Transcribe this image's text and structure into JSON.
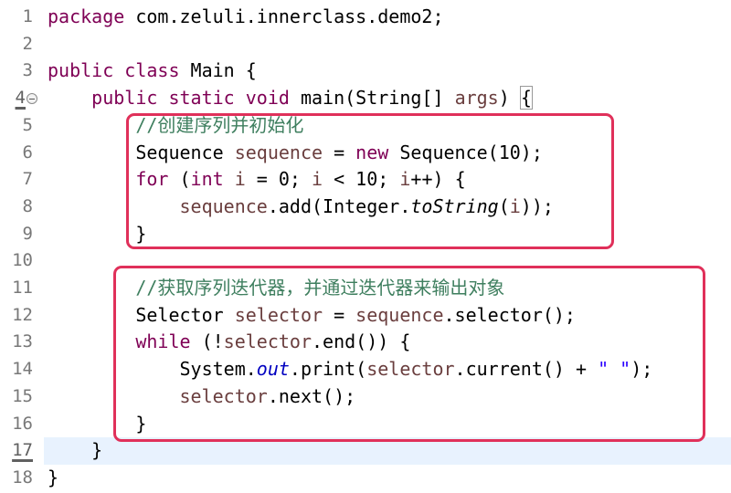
{
  "editor": {
    "lines": [
      {
        "num": "1",
        "tokens": [
          {
            "t": "package",
            "c": "kw"
          },
          {
            "t": " com.zeluli.innerclass.demo2;",
            "c": ""
          }
        ]
      },
      {
        "num": "2",
        "tokens": []
      },
      {
        "num": "3",
        "tokens": [
          {
            "t": "public",
            "c": "kw"
          },
          {
            "t": " ",
            "c": ""
          },
          {
            "t": "class",
            "c": "kw"
          },
          {
            "t": " Main {",
            "c": ""
          }
        ]
      },
      {
        "num": "4",
        "tokens": [
          {
            "t": "    ",
            "c": ""
          },
          {
            "t": "public",
            "c": "kw"
          },
          {
            "t": " ",
            "c": ""
          },
          {
            "t": "static",
            "c": "kw"
          },
          {
            "t": " ",
            "c": ""
          },
          {
            "t": "void",
            "c": "kw"
          },
          {
            "t": " main(String[] ",
            "c": ""
          },
          {
            "t": "args",
            "c": "var"
          },
          {
            "t": ") ",
            "c": ""
          },
          {
            "t": "{",
            "c": "bracket"
          }
        ]
      },
      {
        "num": "5",
        "tokens": [
          {
            "t": "        ",
            "c": ""
          },
          {
            "t": "//创建序列并初始化",
            "c": "com"
          }
        ]
      },
      {
        "num": "6",
        "tokens": [
          {
            "t": "        Sequence ",
            "c": ""
          },
          {
            "t": "sequence",
            "c": "var"
          },
          {
            "t": " = ",
            "c": ""
          },
          {
            "t": "new",
            "c": "kw"
          },
          {
            "t": " Sequence(10);",
            "c": ""
          }
        ]
      },
      {
        "num": "7",
        "tokens": [
          {
            "t": "        ",
            "c": ""
          },
          {
            "t": "for",
            "c": "kw"
          },
          {
            "t": " (",
            "c": ""
          },
          {
            "t": "int",
            "c": "kw"
          },
          {
            "t": " ",
            "c": ""
          },
          {
            "t": "i",
            "c": "var"
          },
          {
            "t": " = 0; ",
            "c": ""
          },
          {
            "t": "i",
            "c": "var"
          },
          {
            "t": " < 10; ",
            "c": ""
          },
          {
            "t": "i",
            "c": "var"
          },
          {
            "t": "++) {",
            "c": ""
          }
        ]
      },
      {
        "num": "8",
        "tokens": [
          {
            "t": "            ",
            "c": ""
          },
          {
            "t": "sequence",
            "c": "var"
          },
          {
            "t": ".add(Integer.",
            "c": ""
          },
          {
            "t": "toString",
            "c": "stat"
          },
          {
            "t": "(",
            "c": ""
          },
          {
            "t": "i",
            "c": "var"
          },
          {
            "t": "));",
            "c": ""
          }
        ]
      },
      {
        "num": "9",
        "tokens": [
          {
            "t": "        }",
            "c": ""
          }
        ]
      },
      {
        "num": "10",
        "tokens": []
      },
      {
        "num": "11",
        "tokens": [
          {
            "t": "        ",
            "c": ""
          },
          {
            "t": "//获取序列迭代器，并通过迭代器来输出对象",
            "c": "com"
          }
        ]
      },
      {
        "num": "12",
        "tokens": [
          {
            "t": "        Selector ",
            "c": ""
          },
          {
            "t": "selector",
            "c": "var"
          },
          {
            "t": " = ",
            "c": ""
          },
          {
            "t": "sequence",
            "c": "var"
          },
          {
            "t": ".selector();",
            "c": ""
          }
        ]
      },
      {
        "num": "13",
        "tokens": [
          {
            "t": "        ",
            "c": ""
          },
          {
            "t": "while",
            "c": "kw"
          },
          {
            "t": " (!",
            "c": ""
          },
          {
            "t": "selector",
            "c": "var"
          },
          {
            "t": ".end()) {",
            "c": ""
          }
        ]
      },
      {
        "num": "14",
        "tokens": [
          {
            "t": "            System.",
            "c": ""
          },
          {
            "t": "out",
            "c": "fld"
          },
          {
            "t": ".print(",
            "c": ""
          },
          {
            "t": "selector",
            "c": "var"
          },
          {
            "t": ".current() + ",
            "c": ""
          },
          {
            "t": "\" \"",
            "c": "str"
          },
          {
            "t": ");",
            "c": ""
          }
        ]
      },
      {
        "num": "15",
        "tokens": [
          {
            "t": "            ",
            "c": ""
          },
          {
            "t": "selector",
            "c": "var"
          },
          {
            "t": ".next();",
            "c": ""
          }
        ]
      },
      {
        "num": "16",
        "tokens": [
          {
            "t": "        }",
            "c": ""
          }
        ]
      },
      {
        "num": "17",
        "tokens": [
          {
            "t": "    }",
            "c": ""
          }
        ]
      },
      {
        "num": "18",
        "tokens": [
          {
            "t": "}",
            "c": ""
          }
        ]
      }
    ],
    "marked_lines": [
      "4",
      "17"
    ],
    "folded_line": "4",
    "current_line": "17"
  },
  "colors": {
    "highlight_box": "#e0305a",
    "current_line_bg": "#e8f2fe",
    "keyword": "#7f0055",
    "comment": "#3f7f5f",
    "local_variable": "#6a3e3e",
    "field": "#0000c0",
    "string": "#2a00ff"
  },
  "annotations": [
    {
      "name": "highlight-box-init",
      "lines": [
        "5",
        "9"
      ]
    },
    {
      "name": "highlight-box-iterate",
      "lines": [
        "11",
        "16"
      ]
    }
  ]
}
